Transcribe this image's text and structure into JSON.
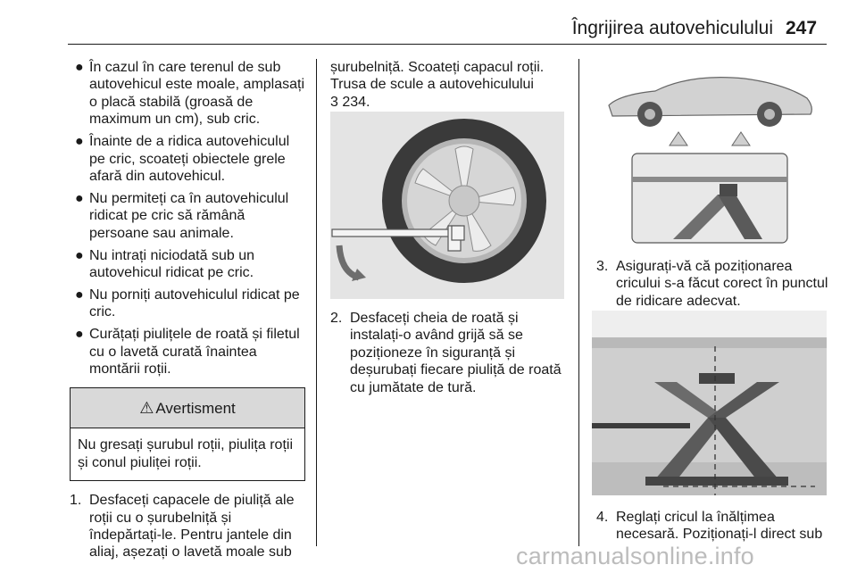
{
  "header": {
    "title": "Îngrijirea autovehiculului",
    "page_number": "247"
  },
  "col1": {
    "bullets": [
      "În cazul în care terenul de sub autovehicul este moale, amplasați o placă stabilă (groasă de maximum un cm), sub cric.",
      "Înainte de a ridica autovehiculul pe cric, scoateți obiectele grele afară din autovehicul.",
      "Nu permiteți ca în autovehiculul ridicat pe cric să rămână persoane sau animale.",
      "Nu intrați niciodată sub un autovehicul ridicat pe cric.",
      "Nu porniți autovehiculul ridicat pe cric.",
      "Curățați piulițele de roată și filetul cu o lavetă curată înaintea montării roții."
    ],
    "bullet_symbol": "●",
    "warning": {
      "icon": "⚠",
      "title": "Avertisment",
      "text": "Nu gresați șurubul roții, piulița roții și conul piuliței roții."
    },
    "step1": {
      "num": "1.",
      "text": "Desfaceți capacele de piuliță ale roții cu o șurubelniță și îndepărtați-le. Pentru jantele din aliaj, așezați o lavetă moale sub"
    }
  },
  "col2": {
    "continuation": "șurubelniță. Scoateți capacul roții. Trusa de scule a autovehiculului",
    "ref_symbol": "3",
    "ref_page": "234.",
    "step2": {
      "num": "2.",
      "text": "Desfaceți cheia de roată și instalați-o având grijă să se poziționeze în siguranță și deșurubați fiecare piuliță de roată cu jumătate de tură."
    }
  },
  "col3": {
    "step3": {
      "num": "3.",
      "text": "Asigurați-vă că poziționarea cricului s-a făcut corect în punctul de ridicare adecvat."
    },
    "step4": {
      "num": "4.",
      "text": "Reglați cricul la înălțimea necesară. Poziționați-l direct sub"
    }
  },
  "watermark": "carmanualsonline.info",
  "colors": {
    "figure_bg": "#e4e4e4",
    "warning_header_bg": "#d9d9d9",
    "text": "#1a1a1a"
  },
  "icons": [
    "warning-triangle-icon",
    "bullet-dot-icon",
    "reference-arrow-icon"
  ]
}
